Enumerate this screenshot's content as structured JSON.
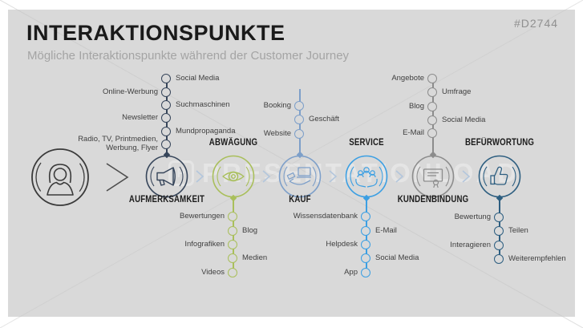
{
  "slide": {
    "code": "#D2744",
    "title": "INTERAKTIONSPUNKTE",
    "subtitle": "Mögliche Interaktionspunkte während der Customer Journey",
    "watermark_logo": "P",
    "watermark_text": "PRESENTATIONLOAD",
    "background": "#d9d9d9"
  },
  "journey": {
    "start": {
      "icon": "customer-icon",
      "color": "#3a3a3a"
    },
    "stages": [
      {
        "label": "AUFMERKSAMKEIT",
        "icon": "megaphone-icon",
        "color": "#36455a",
        "label_position": "below",
        "touchpoints_position": "above",
        "touchpoints": [
          {
            "label": "Social Media",
            "side": "right"
          },
          {
            "label": "Online-Werbung",
            "side": "left"
          },
          {
            "label": "Suchmaschinen",
            "side": "right"
          },
          {
            "label": "Newsletter",
            "side": "left"
          },
          {
            "label": "Mundpropaganda",
            "side": "right"
          },
          {
            "label": "Radio, TV, Printmedien, Werbung, Flyer",
            "side": "left"
          }
        ]
      },
      {
        "label": "ABWÄGUNG",
        "icon": "eye-icon",
        "color": "#a9bf5b",
        "label_position": "above",
        "touchpoints_position": "below",
        "touchpoints": [
          {
            "label": "Bewertungen",
            "side": "left"
          },
          {
            "label": "Blog",
            "side": "right"
          },
          {
            "label": "Infografiken",
            "side": "left"
          },
          {
            "label": "Medien",
            "side": "right"
          },
          {
            "label": "Videos",
            "side": "left"
          }
        ]
      },
      {
        "label": "KAUF",
        "icon": "purchase-icon",
        "color": "#7d9fc9",
        "label_position": "below",
        "touchpoints_position": "above",
        "touchpoints": [
          {
            "label": "Booking",
            "side": "left"
          },
          {
            "label": "Geschäft",
            "side": "right"
          },
          {
            "label": "Website",
            "side": "left"
          }
        ]
      },
      {
        "label": "SERVICE",
        "icon": "support-icon",
        "color": "#3b9fe3",
        "label_position": "above",
        "touchpoints_position": "below",
        "touchpoints": [
          {
            "label": "Wissensdatenbank",
            "side": "left"
          },
          {
            "label": "E-Mail",
            "side": "right"
          },
          {
            "label": "Helpdesk",
            "side": "left"
          },
          {
            "label": "Social Media",
            "side": "right"
          },
          {
            "label": "App",
            "side": "left"
          }
        ]
      },
      {
        "label": "KUNDENBINDUNG",
        "icon": "certificate-icon",
        "color": "#8c8c8c",
        "label_position": "below",
        "touchpoints_position": "above",
        "touchpoints": [
          {
            "label": "Angebote",
            "side": "left"
          },
          {
            "label": "Umfrage",
            "side": "right"
          },
          {
            "label": "Blog",
            "side": "left"
          },
          {
            "label": "Social Media",
            "side": "right"
          },
          {
            "label": "E-Mail",
            "side": "left"
          }
        ]
      },
      {
        "label": "BEFÜRWORTUNG",
        "icon": "thumbs-up-icon",
        "color": "#2d5e80",
        "label_position": "above",
        "touchpoints_position": "below",
        "touchpoints": [
          {
            "label": "Bewertung",
            "side": "left"
          },
          {
            "label": "Teilen",
            "side": "right"
          },
          {
            "label": "Interagieren",
            "side": "left"
          },
          {
            "label": "Weiterempfehlen",
            "side": "right"
          }
        ]
      }
    ]
  }
}
